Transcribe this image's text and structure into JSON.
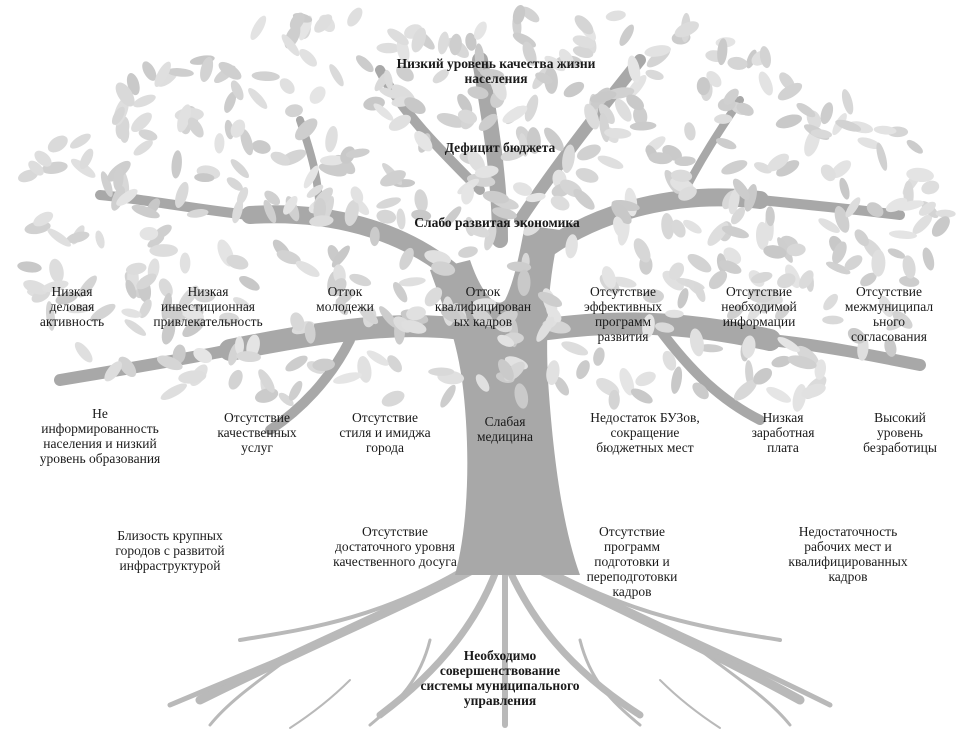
{
  "diagram": {
    "crown": {
      "top": "Низкий уровень качества жизни\nнаселения",
      "deficit": "Дефицит бюджета",
      "economy": "Слабо развитая  экономика"
    },
    "row1": {
      "low_business": "Низкая\nделовая\nактивность",
      "low_investment": "Низкая\nинвестиционная\nпривлекательность",
      "youth_outflow": "Отток\nмолодежи",
      "skilled_outflow": "Отток\nквалифицирован\nых кадров",
      "no_programs": "Отсутствие\nэффективных\nпрограмм\nразвития",
      "no_information": "Отсутствие\nнеобходимой\nинформации",
      "no_coordination": "Отсутствие\nмежмуниципал\nьного\nсогласования"
    },
    "row2": {
      "uninformed": "Не\nинформированность\nнаселения и низкий\nуровень образования",
      "no_services": "Отсутствие\nкачественных\nуслуг",
      "no_style": "Отсутствие\nстиля и имиджа\nгорода",
      "weak_medicine": "Слабая\nмедицина",
      "lack_universities": "Недостаток БУЗов,\nсокращение\nбюджетных мест",
      "low_salary": "Низкая\nзаработная\nплата",
      "unemployment": "Высокий\nуровень\nбезработицы"
    },
    "row3": {
      "big_cities": "Близость крупных\nгородов с развитой\nинфраструктурой",
      "no_leisure": "Отсутствие\nдостаточного уровня\nкачественного досуга",
      "no_training": "Отсутствие\nпрограмм\nподготовки и\nпереподготовки\nкадров",
      "lack_jobs": "Недостаточность\nрабочих мест и\nквалифицированных\nкадров"
    },
    "root": "Необходимо\nсовершенствование\nсистемы муниципального\nуправления"
  }
}
